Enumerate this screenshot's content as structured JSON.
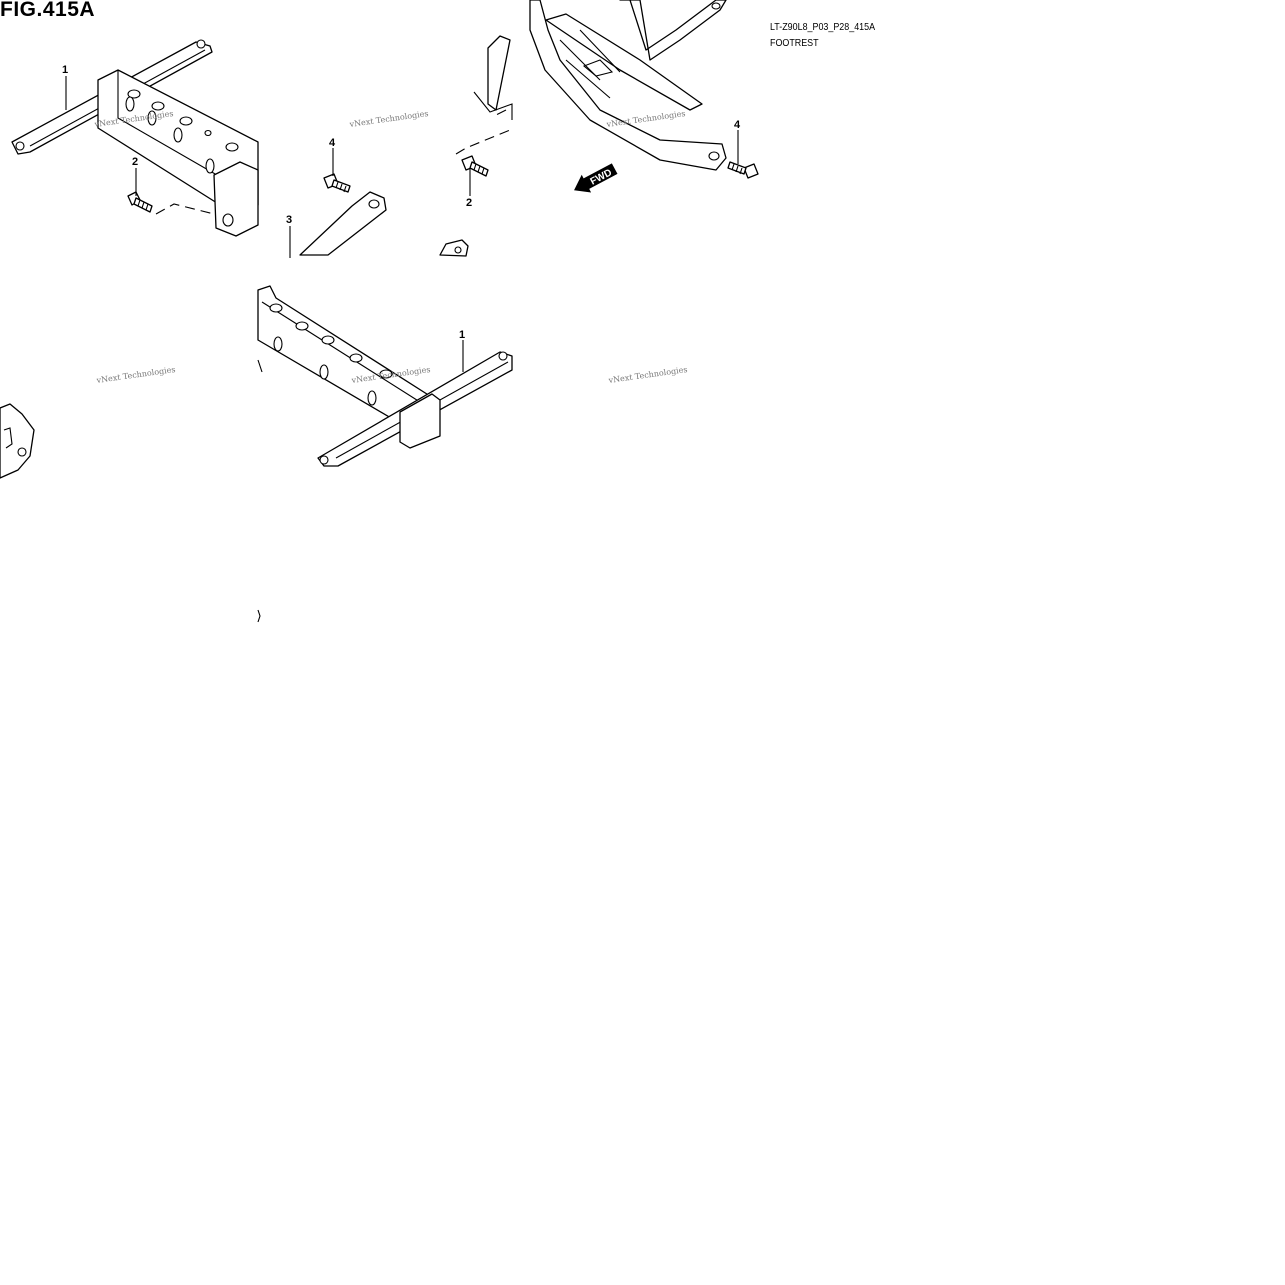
{
  "header": {
    "figure_label": "FIG.415A",
    "drawing_code": "LT-Z90L8_P03_P28_415A",
    "section_name": "FOOTREST"
  },
  "callouts": {
    "c1_top": "1",
    "c2_left": "2",
    "c4_mid": "4",
    "c3": "3",
    "c2_mid": "2",
    "c4_right": "4",
    "c1_bottom": "1"
  },
  "direction_arrow": {
    "label": "FWD"
  },
  "watermark": {
    "text": "vNext Technologies"
  }
}
